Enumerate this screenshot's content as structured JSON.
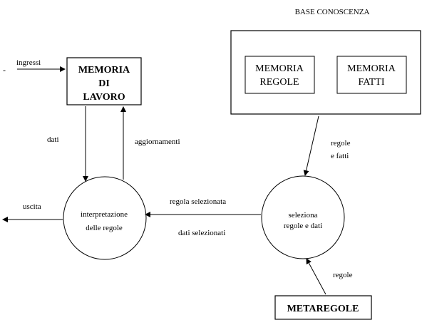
{
  "diagram": {
    "title": "BASE CONOSCENZA",
    "boxes": {
      "memoria_lavoro": [
        "MEMORIA",
        "DI",
        "LAVORO"
      ],
      "memoria_regole": [
        "MEMORIA",
        "REGOLE"
      ],
      "memoria_fatti": [
        "MEMORIA",
        "FATTI"
      ],
      "metaregole": "METAREGOLE"
    },
    "circles": {
      "interpretazione": [
        "interpretazione",
        "delle regole"
      ],
      "seleziona": [
        "seleziona",
        "regole e dati"
      ]
    },
    "labels": {
      "dash": "-",
      "ingressi": "ingressi",
      "dati": "dati",
      "aggiornamenti": "aggiornamenti",
      "uscita": "uscita",
      "regola_selezionata": "regola selezionata",
      "dati_selezionati": "dati selezionati",
      "regole_e_fatti": [
        "regole",
        "e fatti"
      ],
      "regole": "regole"
    },
    "colors": {
      "stroke": "#000000",
      "background": "#ffffff",
      "text": "#000000"
    }
  }
}
